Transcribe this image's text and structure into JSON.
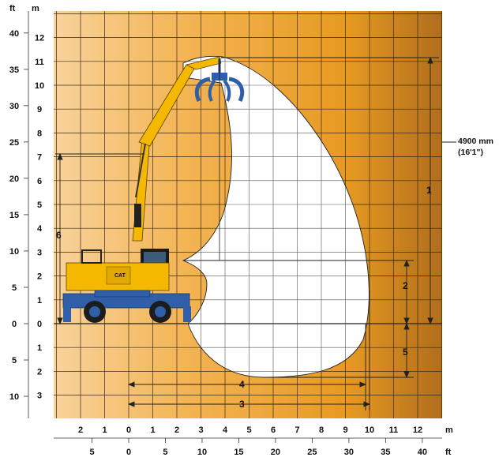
{
  "units": {
    "feet": "ft",
    "meters": "m"
  },
  "left_axis": {
    "ft_ticks": [
      "40",
      "35",
      "30",
      "25",
      "20",
      "15",
      "10",
      "5",
      "0",
      "5",
      "10"
    ],
    "m_ticks": [
      "12",
      "11",
      "10",
      "9",
      "8",
      "7",
      "6",
      "5",
      "4",
      "3",
      "2",
      "1",
      "0",
      "1",
      "2",
      "3"
    ]
  },
  "bottom_axis": {
    "m_ticks": [
      "2",
      "1",
      "0",
      "1",
      "2",
      "3",
      "4",
      "5",
      "6",
      "7",
      "8",
      "9",
      "10",
      "11",
      "12"
    ],
    "ft_ticks": [
      "5",
      "0",
      "5",
      "10",
      "15",
      "20",
      "25",
      "30",
      "35",
      "40"
    ]
  },
  "annotation": {
    "line1": "4900 mm",
    "line2": "(16'1\")"
  },
  "dimensions": {
    "d1": "1",
    "d2": "2",
    "d3": "3",
    "d4": "4",
    "d5": "5",
    "d6": "6"
  },
  "colors": {
    "background_light": "#f7c98a",
    "background_mid": "#f0a73a",
    "background_dark": "#b5741f",
    "machine_yellow": "#f5b800",
    "undercarriage_blue": "#2e5fa8",
    "grid": "#3a2a10"
  },
  "icons": [
    "wheeled-material-handler-icon",
    "orange-peel-grapple-icon"
  ]
}
